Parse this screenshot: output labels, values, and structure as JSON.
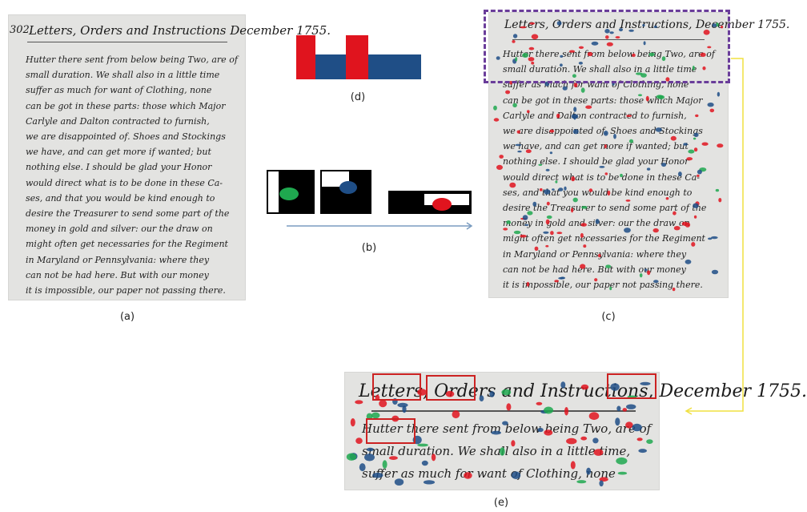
{
  "captions": {
    "a": "(a)",
    "b": "(b)",
    "c": "(c)",
    "d": "(d)",
    "e": "(e)"
  },
  "manuscript": {
    "page_number": "302.",
    "heading": "Letters, Orders and Instructions December 1755.",
    "lines": [
      "Hutter there sent from below being Two, are of",
      "small duration. We shall also in a little time",
      "suffer as much for want of Clothing, none",
      "can be got in these parts: those which Major",
      "Carlyle and Dalton contracted to furnish,",
      "we are disappointed of. Shoes and Stockings",
      "we have, and can get more if wanted; but",
      "nothing else. I should be glad your Honor",
      "would direct what is to be done in these Ca-",
      "ses, and that you would be kind enough to",
      "desire the Treasurer to send some part of the",
      "money in gold and silver: our the draw on",
      "might often get necessaries for the Regiment",
      "in Maryland or Pennsylvania: where they",
      "can not be had here. But with our money",
      "it is impossible, our paper not passing there."
    ]
  },
  "crop": {
    "heading": "Letters, Orders and Instructions, December 1755.",
    "lines": [
      "Hutter there sent from below being Two, are of",
      "small duration. We shall also in a little time,",
      "suffer as much for want of Clothing, none"
    ]
  },
  "colors": {
    "red": "#e0141e",
    "blue": "#1f4e86",
    "green": "#1fa84f",
    "purple": "#6a3d9a",
    "yellow": "#f0e040",
    "box_red": "#cc2222",
    "arrow_blue": "#7a9cc0"
  }
}
